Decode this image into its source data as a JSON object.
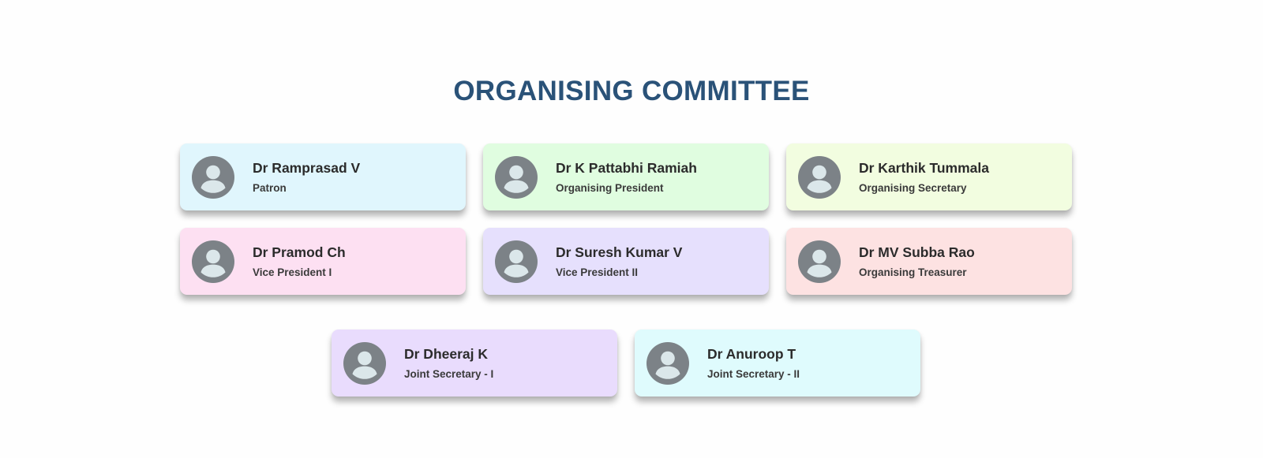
{
  "heading": "ORGANISING COMMITTEE",
  "icon": "user-avatar-icon",
  "members": [
    {
      "name": "Dr Ramprasad V",
      "role": "Patron",
      "color": "#e0f6fd"
    },
    {
      "name": "Dr K Pattabhi Ramiah",
      "role": "Organising President",
      "color": "#e0fde0"
    },
    {
      "name": "Dr Karthik Tummala",
      "role": "Organising Secretary",
      "color": "#f2fde0"
    },
    {
      "name": "Dr Pramod Ch",
      "role": "Vice President I",
      "color": "#fde0f2"
    },
    {
      "name": "Dr Suresh Kumar V",
      "role": "Vice President II",
      "color": "#e6e0fd"
    },
    {
      "name": "Dr MV Subba Rao",
      "role": "Organising Treasurer",
      "color": "#fde2e2"
    },
    {
      "name": "Dr Dheeraj K",
      "role": "Joint Secretary - I",
      "color": "#e9dcfd"
    },
    {
      "name": "Dr Anuroop T",
      "role": "Joint Secretary - II",
      "color": "#dffbfd"
    }
  ]
}
